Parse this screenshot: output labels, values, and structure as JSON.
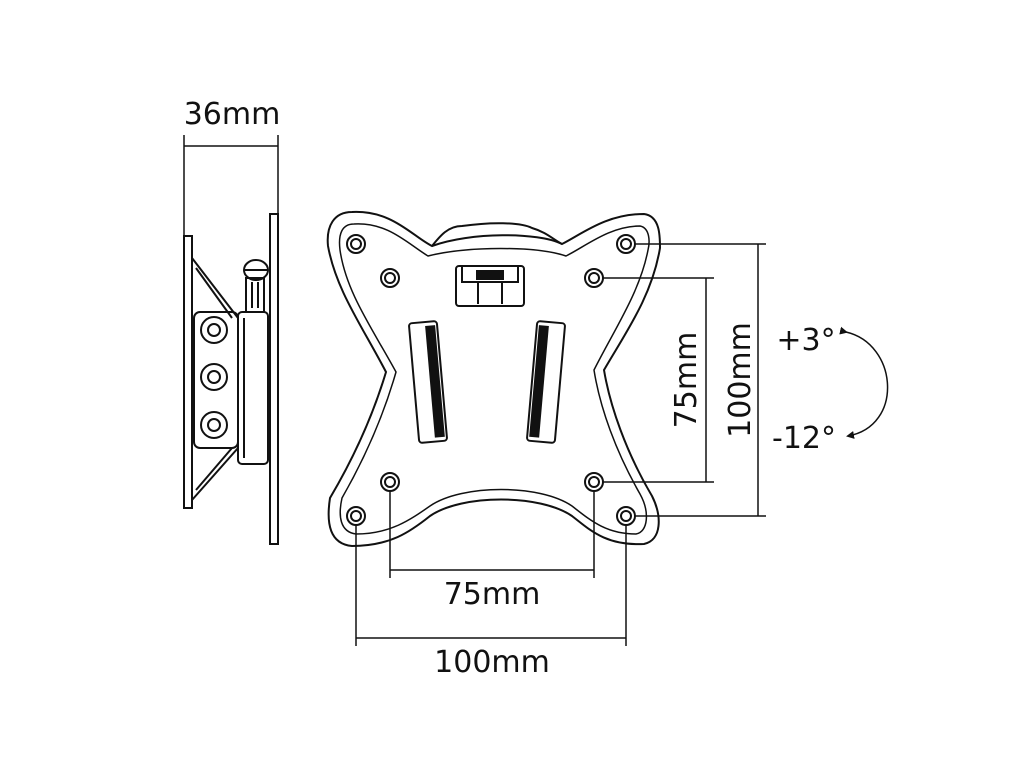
{
  "diagram": {
    "side_view": {
      "depth_label": "36mm"
    },
    "front_view": {
      "vesa_inner_width_label": "75mm",
      "vesa_outer_width_label": "100mm",
      "vesa_inner_height_label": "75mm",
      "vesa_outer_height_label": "100mm"
    },
    "tilt": {
      "up_label": "+3°",
      "down_label": "-12°"
    },
    "colors": {
      "line": "#111111",
      "background": "#ffffff"
    }
  }
}
